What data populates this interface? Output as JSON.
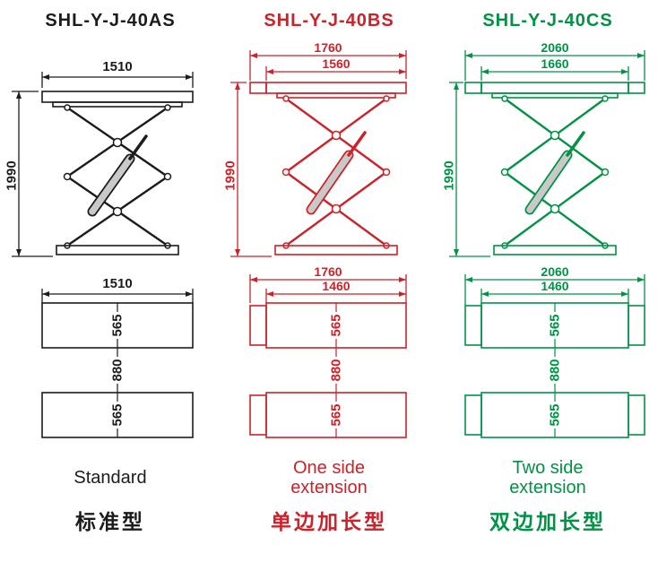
{
  "columns": [
    {
      "model": "SHL-Y-J-40AS",
      "color": "#1c1c1c",
      "side_view": {
        "width": "1510",
        "height": "1990"
      },
      "plan_view": {
        "width": "1510",
        "pad_top": "565",
        "gap": "880",
        "pad_bottom": "565"
      },
      "caption_en": "Standard",
      "caption_zh": "标准型"
    },
    {
      "model": "SHL-Y-J-40BS",
      "color": "#cc2229",
      "side_view": {
        "width_outer": "1760",
        "width_inner": "1560",
        "height": "1990"
      },
      "plan_view": {
        "width_outer": "1760",
        "width_inner": "1460",
        "pad_top": "565",
        "gap": "880",
        "pad_bottom": "565"
      },
      "caption_en": "One side extension",
      "caption_zh": "单边加长型"
    },
    {
      "model": "SHL-Y-J-40CS",
      "color": "#009245",
      "side_view": {
        "width_outer": "2060",
        "width_inner": "1660",
        "height": "1990"
      },
      "plan_view": {
        "width_outer": "2060",
        "width_inner": "1460",
        "pad_top": "565",
        "gap": "880",
        "pad_bottom": "565"
      },
      "caption_en": "Two side extension",
      "caption_zh": "双边加长型"
    }
  ]
}
